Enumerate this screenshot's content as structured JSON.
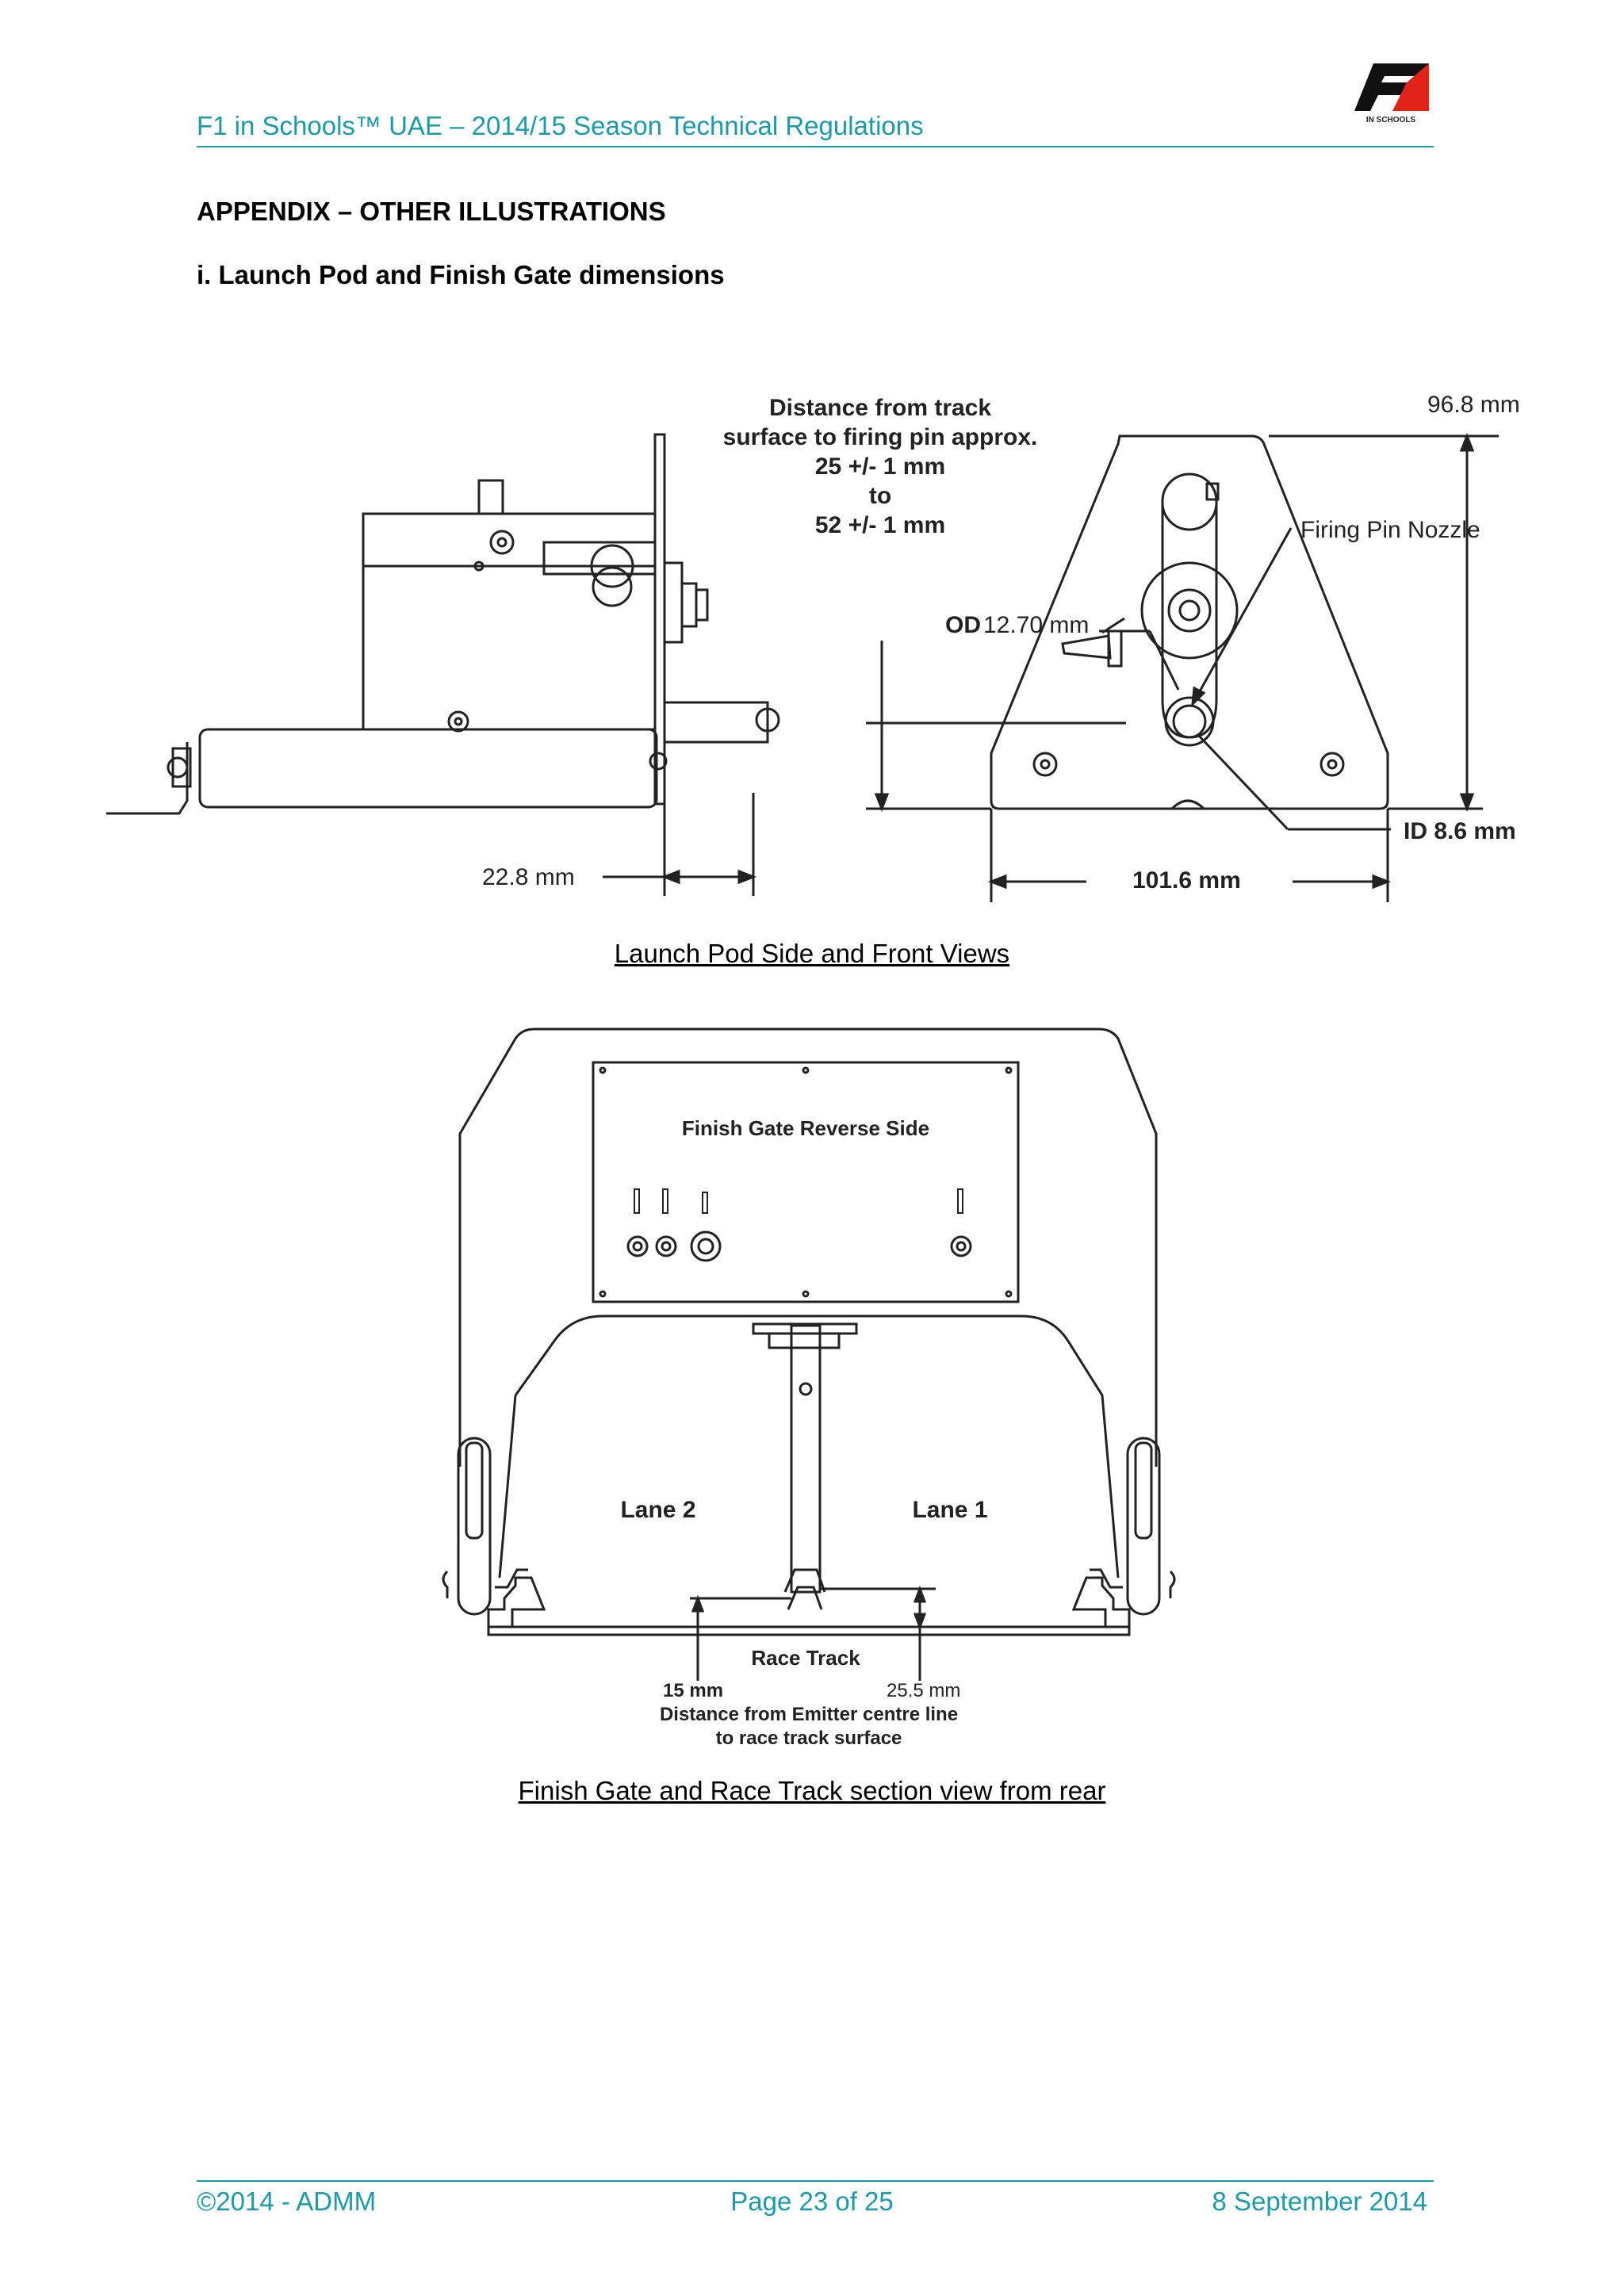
{
  "header": {
    "title": "F1 in Schools™ UAE – 2014/15 Season Technical Regulations",
    "logo_caption": "IN SCHOOLS"
  },
  "section": {
    "heading": "APPENDIX – OTHER ILLUSTRATIONS",
    "subheading": "i. Launch Pod and Finish Gate dimensions"
  },
  "launch_pod": {
    "distance_label": [
      "Distance from track",
      "surface to firing pin approx.",
      "25 +/- 1 mm",
      "to",
      "52 +/- 1 mm"
    ],
    "dim_top": "96.8   mm",
    "firing_pin_label": "Firing Pin Nozzle",
    "od_prefix": "OD",
    "od_value": "12.70 mm",
    "id_label": "ID 8.6 mm",
    "dim_bottom": "101.6 mm",
    "dim_side": "22.8   mm",
    "caption": "Launch Pod Side and Front Views"
  },
  "finish_gate": {
    "panel_title": "Finish Gate Reverse Side",
    "lane_left": "Lane 2",
    "lane_right": "Lane 1",
    "track_label": "Race Track",
    "dim_left": "15 mm",
    "dim_right": "25.5  mm",
    "distance_note": [
      "Distance from Emitter centre line",
      "to race track surface"
    ],
    "caption": "Finish Gate and Race Track section view from rear"
  },
  "footer": {
    "left": "©2014 - ADMM",
    "center": "Page 23 of 25",
    "right": "8 September 2014"
  },
  "colors": {
    "accent": "#1b9aaa",
    "logo_red": "#e2231a"
  }
}
